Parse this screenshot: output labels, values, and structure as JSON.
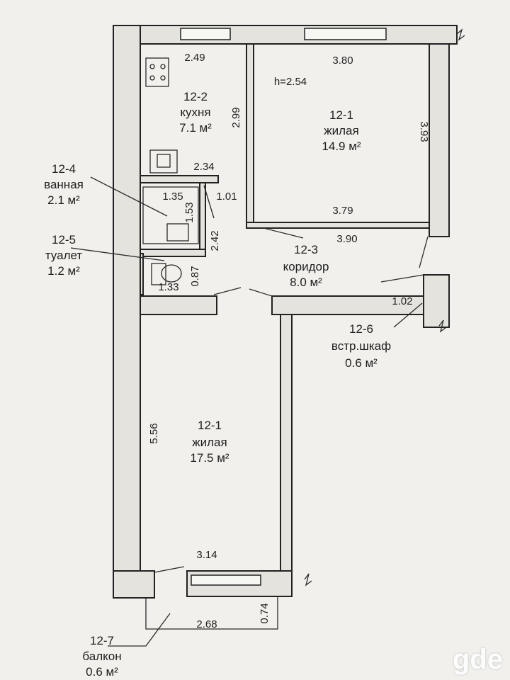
{
  "ceiling_height": "h=2.54",
  "rooms": {
    "living_top": {
      "number": "12-1",
      "name": "жилая",
      "area": "14.9 м²"
    },
    "kitchen": {
      "number": "12-2",
      "name": "кухня",
      "area": "7.1 м²"
    },
    "corridor": {
      "number": "12-3",
      "name": "коридор",
      "area": "8.0 м²"
    },
    "bathroom": {
      "number": "12-4",
      "name": "ванная",
      "area": "2.1 м²"
    },
    "toilet": {
      "number": "12-5",
      "name": "туалет",
      "area": "1.2 м²"
    },
    "closet": {
      "number": "12-6",
      "name": "встр.шкаф",
      "area": "0.6 м²"
    },
    "living_bottom": {
      "number": "12-1",
      "name": "жилая",
      "area": "17.5 м²"
    },
    "balcony": {
      "number": "12-7",
      "name": "балкон",
      "area": "0.6 м²"
    }
  },
  "dimensions": {
    "kitchen_width": "2.49",
    "kitchen_depth": "2.99",
    "kitchen_bottom": "2.34",
    "living_top_width": "3.80",
    "living_top_depth": "3.93",
    "living_top_bottom": "3.79",
    "corridor_width": "3.90",
    "bath_width": "1.35",
    "bath_depth": "1.53",
    "bath_side": "1.01",
    "wc_depth": "2.42",
    "wc_width": "1.33",
    "wc_small": "0.87",
    "closet_width": "1.02",
    "living_bottom_depth": "5.56",
    "living_bottom_width": "3.14",
    "balcony_width": "2.68",
    "balcony_depth": "0.74"
  },
  "watermark": "gde"
}
